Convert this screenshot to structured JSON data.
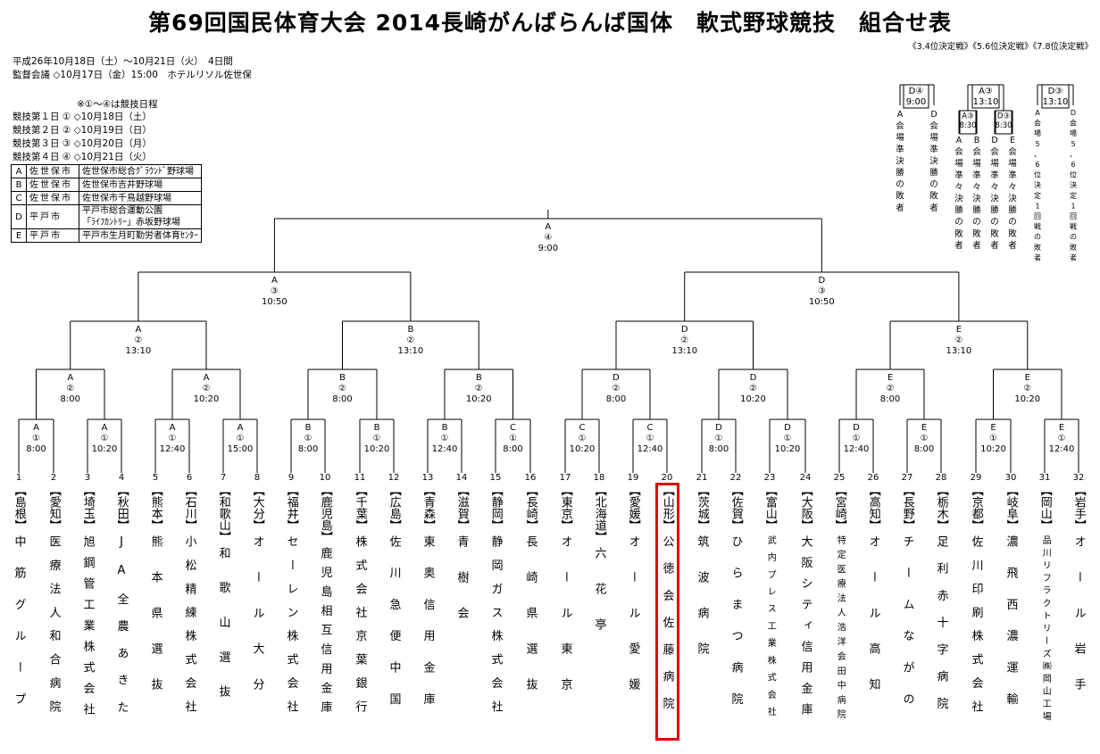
{
  "header": {
    "title": "第69回国民体育大会 2014長崎がんばらんば国体　軟式野球競技　組合せ表",
    "period": "平成26年10月18日（土）～10月21日（火）　4日間",
    "meeting": "監督会議 ◇10月17日（金）15:00　ホテルリソル佐世保",
    "schedule_note": "※①～④は競技日程",
    "days": [
      "競技第１日 ① ◇10月18日（土）",
      "競技第２日 ② ◇10月19日（日）",
      "競技第３日 ③ ◇10月20日（月）",
      "競技第４日 ④ ◇10月21日（火）"
    ],
    "placement_note": "《3.4位決定戦》《5.6位決定戦》《7.8位決定戦》"
  },
  "venues": [
    {
      "code": "A",
      "city": "佐世保市",
      "place": "佐世保市総合ｸﾞﾗｳﾝﾄﾞ野球場",
      "place2": ""
    },
    {
      "code": "B",
      "city": "佐世保市",
      "place": "佐世保市吉井野球場",
      "place2": ""
    },
    {
      "code": "C",
      "city": "佐世保市",
      "place": "佐世保市千鳥越野球場",
      "place2": ""
    },
    {
      "code": "D",
      "city": "平戸市",
      "place": "平戸市総合運動公園",
      "place2": "「ﾗｲﾌｶﾝﾄﾘｰ」赤坂野球場"
    },
    {
      "code": "E",
      "city": "平戸市",
      "place": "平戸市生月町勤労者体育ｾﾝﾀｰ",
      "place2": ""
    }
  ],
  "matches": {
    "m1": [
      "A",
      "①",
      "8:00"
    ],
    "m2": [
      "A",
      "①",
      "10:20"
    ],
    "m3": [
      "A",
      "①",
      "12:40"
    ],
    "m4": [
      "A",
      "①",
      "15:00"
    ],
    "m5": [
      "B",
      "①",
      "8:00"
    ],
    "m6": [
      "B",
      "①",
      "10:20"
    ],
    "m7": [
      "B",
      "①",
      "12:40"
    ],
    "m8": [
      "C",
      "①",
      "8:00"
    ],
    "m9": [
      "C",
      "①",
      "10:20"
    ],
    "m10": [
      "C",
      "①",
      "12:40"
    ],
    "m11": [
      "D",
      "①",
      "8:00"
    ],
    "m12": [
      "D",
      "①",
      "10:20"
    ],
    "m13": [
      "D",
      "①",
      "12:40"
    ],
    "m14": [
      "E",
      "①",
      "8:00"
    ],
    "m15": [
      "E",
      "①",
      "10:20"
    ],
    "m16": [
      "E",
      "①",
      "12:40"
    ],
    "q1": [
      "A",
      "②",
      "8:00"
    ],
    "q2": [
      "A",
      "②",
      "10:20"
    ],
    "q3": [
      "B",
      "②",
      "8:00"
    ],
    "q4": [
      "B",
      "②",
      "10:20"
    ],
    "q5": [
      "D",
      "②",
      "8:00"
    ],
    "q6": [
      "D",
      "②",
      "10:20"
    ],
    "q7": [
      "E",
      "②",
      "8:00"
    ],
    "q8": [
      "E",
      "②",
      "10:20"
    ],
    "r1": [
      "A",
      "②",
      "13:10"
    ],
    "r2": [
      "B",
      "②",
      "13:10"
    ],
    "r3": [
      "D",
      "②",
      "13:10"
    ],
    "r4": [
      "E",
      "②",
      "13:10"
    ],
    "s1": [
      "A",
      "③",
      "10:50"
    ],
    "s2": [
      "D",
      "③",
      "10:50"
    ],
    "f": [
      "A",
      "④",
      "9:00"
    ]
  },
  "placement": {
    "third": {
      "label": "D④",
      "time": "9:00",
      "left": "A会場準決勝の敗者",
      "right": "D会場準決勝の敗者"
    },
    "fifth": {
      "label": "A③",
      "time": "13:10"
    },
    "fifth_a": {
      "label": "A③",
      "time": "8:30",
      "left": "A会場準々決勝の敗者",
      "right": "B会場準々決勝の敗者"
    },
    "fifth_b": {
      "label": "D③",
      "time": "8:30",
      "left": "D会場準々決勝の敗者",
      "right": "E会場準々決勝の敗者"
    },
    "seventh": {
      "label": "D③",
      "time": "13:10",
      "left": "A会場5、6位決定1回戦の敗者",
      "right": "D会場5、6位決定1回戦の敗者"
    }
  },
  "teams": [
    {
      "no": "1",
      "pref": "【島根】",
      "name": "中筋グループ"
    },
    {
      "no": "2",
      "pref": "【愛知】",
      "name": "医療法人和合病院"
    },
    {
      "no": "3",
      "pref": "【埼玉】",
      "name": "旭鋼管工業株式会社"
    },
    {
      "no": "4",
      "pref": "【秋田】",
      "name": "JA全農あきた"
    },
    {
      "no": "5",
      "pref": "【熊本】",
      "name": "熊本県選抜"
    },
    {
      "no": "6",
      "pref": "【石川】",
      "name": "小松精練株式会社"
    },
    {
      "no": "7",
      "pref": "【和歌山】",
      "name": "和歌山選抜"
    },
    {
      "no": "8",
      "pref": "【大分】",
      "name": "オール大分"
    },
    {
      "no": "9",
      "pref": "【福井】",
      "name": "セーレン株式会社"
    },
    {
      "no": "10",
      "pref": "【鹿児島】",
      "name": "鹿児島相互信用金庫"
    },
    {
      "no": "11",
      "pref": "【千葉】",
      "name": "株式会社京葉銀行"
    },
    {
      "no": "12",
      "pref": "【広島】",
      "name": "佐川急便中国"
    },
    {
      "no": "13",
      "pref": "【青森】",
      "name": "東奥信用金庫"
    },
    {
      "no": "14",
      "pref": "【滋賀】",
      "name": "青樹会"
    },
    {
      "no": "15",
      "pref": "【静岡】",
      "name": "静岡ガス株式会社"
    },
    {
      "no": "16",
      "pref": "【長崎】",
      "name": "長崎県選抜"
    },
    {
      "no": "17",
      "pref": "【東京】",
      "name": "オール東京"
    },
    {
      "no": "18",
      "pref": "【北海道】",
      "name": "六花亭"
    },
    {
      "no": "19",
      "pref": "【愛媛】",
      "name": "オール愛媛"
    },
    {
      "no": "20",
      "pref": "【山形】",
      "name": "公徳会佐藤病院"
    },
    {
      "no": "21",
      "pref": "【茨城】",
      "name": "筑波病院"
    },
    {
      "no": "22",
      "pref": "【佐賀】",
      "name": "ひらまつ病院"
    },
    {
      "no": "23",
      "pref": "【富山】",
      "name": "武内プレス工業株式会社"
    },
    {
      "no": "24",
      "pref": "【大阪】",
      "name": "大阪シティ信用金庫"
    },
    {
      "no": "25",
      "pref": "【宮崎】",
      "name": "特定医療法人浩洋会田中病院"
    },
    {
      "no": "26",
      "pref": "【高知】",
      "name": "オール高知"
    },
    {
      "no": "27",
      "pref": "【長野】",
      "name": "チームながの"
    },
    {
      "no": "28",
      "pref": "【栃木】",
      "name": "足利赤十字病院"
    },
    {
      "no": "29",
      "pref": "【京都】",
      "name": "佐川印刷株式会社"
    },
    {
      "no": "30",
      "pref": "【岐阜】",
      "name": "濃飛西濃運輸"
    },
    {
      "no": "31",
      "pref": "【岡山】",
      "name": "品川リフラクトリーズ㈱岡山工場"
    },
    {
      "no": "32",
      "pref": "【岩手】",
      "name": "オール岩手"
    }
  ]
}
